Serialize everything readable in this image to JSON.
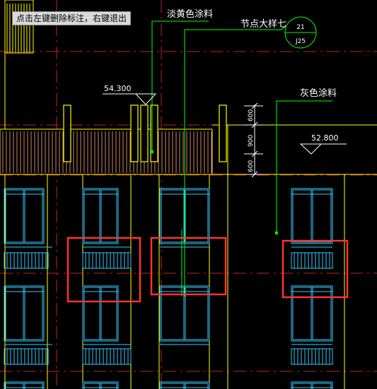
{
  "status_hint": "点击左键删除标注，右键退出",
  "annotations": {
    "light_yellow_coating": "淡黄色涂料",
    "node_detail": "节点大样七",
    "gray_coating": "灰色涂料"
  },
  "detail_circle": {
    "number": "21",
    "sheet": "J25"
  },
  "elevations": {
    "upper": "54.300",
    "lower": "52.800"
  },
  "dimensions": [
    "600",
    "900",
    "600"
  ],
  "colors": {
    "background": "#000000",
    "outline": "#ffff00",
    "window": "#33ccff",
    "leader": "#00ff00",
    "axis": "#ff3333",
    "selection": "#ff3333",
    "text": "#ffffff"
  }
}
